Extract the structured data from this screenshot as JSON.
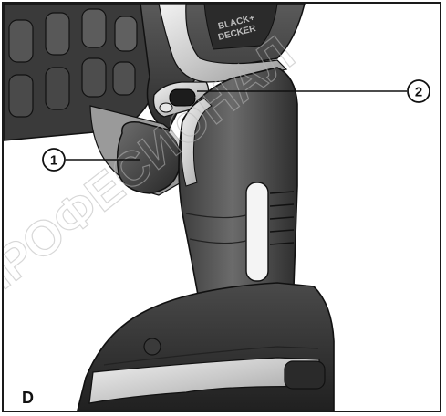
{
  "figure": {
    "label": "D",
    "callouts": [
      {
        "number": "1",
        "target": "trigger"
      },
      {
        "number": "2",
        "target": "forward-reverse-slider"
      }
    ],
    "brand_text": "BLACK+DECKER",
    "watermark_text": "ПРОФЕСИОНАЛ"
  }
}
